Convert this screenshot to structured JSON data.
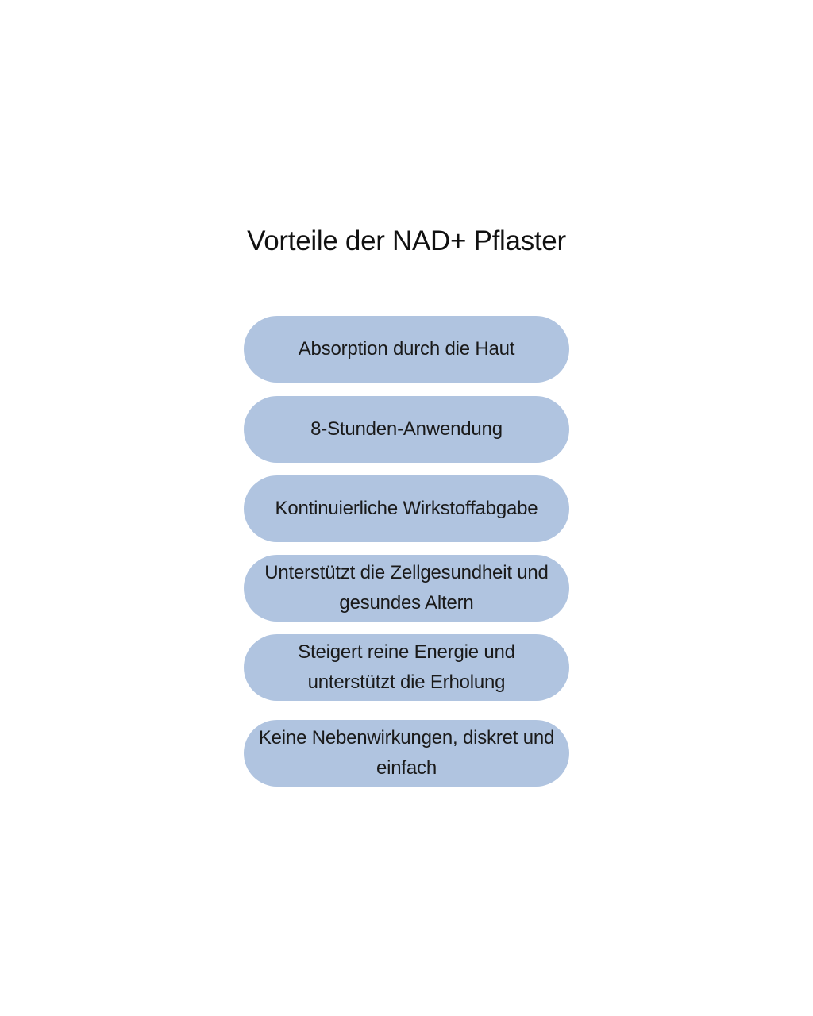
{
  "title": "Vorteile der NAD+ Pflaster",
  "colors": {
    "background": "#ffffff",
    "pill_fill": "#b0c4e0",
    "text": "#111111"
  },
  "benefits": [
    {
      "label": "Absorption durch die Haut"
    },
    {
      "label": "8-Stunden-Anwendung"
    },
    {
      "label": "Kontinuierliche Wirkstoffabgabe"
    },
    {
      "label": "Unterstützt die Zellgesundheit und gesundes Altern"
    },
    {
      "label": "Steigert reine Energie und unterstützt die Erholung"
    },
    {
      "label": "Keine Nebenwirkungen, diskret und einfach"
    }
  ]
}
